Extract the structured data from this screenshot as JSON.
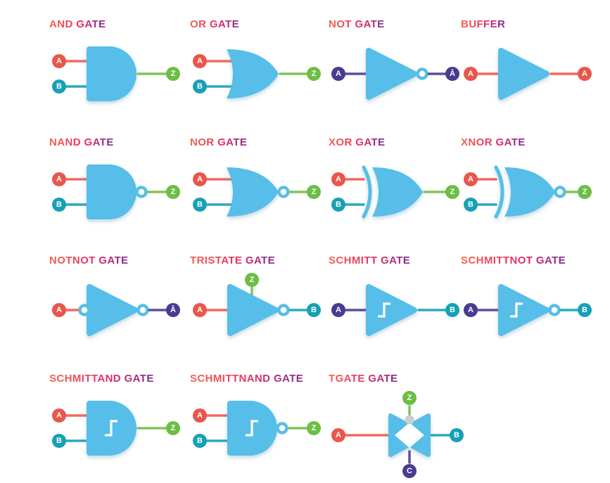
{
  "page": {
    "background": "#ffffff"
  },
  "colors": {
    "gate_fill": "#56BEE8",
    "bubble_fill": "#ffffff",
    "tgate_bubble_fill": "#C9CFD4",
    "title_gradient": {
      "from": "#F4644B",
      "mid": "#E82D67",
      "to": "#7B2A8E"
    },
    "terminals": {
      "red": {
        "circle": "#E8564C",
        "line": "#F1695E"
      },
      "teal": {
        "circle": "#17A0B5",
        "line": "#2BA9BD"
      },
      "green": {
        "circle": "#6CBE44",
        "line": "#7FC556"
      },
      "purple": {
        "circle": "#483B91",
        "line": "#5E4CA0"
      }
    }
  },
  "gates": [
    {
      "id": "and",
      "name": "AND GATE",
      "symbol": "and",
      "bubble": false,
      "schmitt": false,
      "inputs": [
        {
          "label": "A",
          "color": "red"
        },
        {
          "label": "B",
          "color": "teal"
        }
      ],
      "output": {
        "label": "Z",
        "color": "green"
      }
    },
    {
      "id": "or",
      "name": "OR GATE",
      "symbol": "or",
      "bubble": false,
      "schmitt": false,
      "inputs": [
        {
          "label": "A",
          "color": "red"
        },
        {
          "label": "B",
          "color": "teal"
        }
      ],
      "output": {
        "label": "Z",
        "color": "green"
      }
    },
    {
      "id": "not",
      "name": "NOT GATE",
      "symbol": "triangle",
      "bubble": true,
      "schmitt": false,
      "inputs": [
        {
          "label": "A",
          "color": "purple"
        }
      ],
      "output": {
        "label": "Ā",
        "color": "purple"
      }
    },
    {
      "id": "buffer",
      "name": "BUFFER",
      "symbol": "triangle",
      "bubble": false,
      "schmitt": false,
      "inputs": [
        {
          "label": "A",
          "color": "red"
        }
      ],
      "output": {
        "label": "A",
        "color": "red"
      }
    },
    {
      "id": "nand",
      "name": "NAND GATE",
      "symbol": "and",
      "bubble": true,
      "schmitt": false,
      "inputs": [
        {
          "label": "A",
          "color": "red"
        },
        {
          "label": "B",
          "color": "teal"
        }
      ],
      "output": {
        "label": "Z",
        "color": "green"
      }
    },
    {
      "id": "nor",
      "name": "NOR GATE",
      "symbol": "or",
      "bubble": true,
      "schmitt": false,
      "inputs": [
        {
          "label": "A",
          "color": "red"
        },
        {
          "label": "B",
          "color": "teal"
        }
      ],
      "output": {
        "label": "Z",
        "color": "green"
      }
    },
    {
      "id": "xor",
      "name": "XOR GATE",
      "symbol": "xor",
      "bubble": false,
      "schmitt": false,
      "inputs": [
        {
          "label": "A",
          "color": "red"
        },
        {
          "label": "B",
          "color": "teal"
        }
      ],
      "output": {
        "label": "Z",
        "color": "green"
      }
    },
    {
      "id": "xnor",
      "name": "XNOR GATE",
      "symbol": "xor",
      "bubble": true,
      "schmitt": false,
      "inputs": [
        {
          "label": "A",
          "color": "red"
        },
        {
          "label": "B",
          "color": "teal"
        }
      ],
      "output": {
        "label": "Z",
        "color": "green"
      }
    },
    {
      "id": "notnot",
      "name": "NOTNOT GATE",
      "symbol": "triangle",
      "bubble": true,
      "input_bubble": true,
      "schmitt": false,
      "inputs": [
        {
          "label": "A",
          "color": "red"
        }
      ],
      "output": {
        "label": "Ā",
        "color": "purple"
      }
    },
    {
      "id": "tristate",
      "name": "TRISTATE GATE",
      "symbol": "triangle",
      "bubble": true,
      "schmitt": false,
      "enable": {
        "label": "Z",
        "color": "green"
      },
      "inputs": [
        {
          "label": "A",
          "color": "red"
        }
      ],
      "output": {
        "label": "B",
        "color": "teal"
      }
    },
    {
      "id": "schmitt",
      "name": "SCHMITT GATE",
      "symbol": "triangle",
      "bubble": false,
      "schmitt": true,
      "inputs": [
        {
          "label": "A",
          "color": "purple"
        }
      ],
      "output": {
        "label": "B",
        "color": "teal"
      }
    },
    {
      "id": "schmittnot",
      "name": "SCHMITTNOT GATE",
      "symbol": "triangle",
      "bubble": true,
      "schmitt": true,
      "inputs": [
        {
          "label": "A",
          "color": "purple"
        }
      ],
      "output": {
        "label": "B",
        "color": "teal"
      }
    },
    {
      "id": "schmittand",
      "name": "SCHMITTAND GATE",
      "symbol": "and",
      "bubble": false,
      "schmitt": true,
      "inputs": [
        {
          "label": "A",
          "color": "red"
        },
        {
          "label": "B",
          "color": "teal"
        }
      ],
      "output": {
        "label": "Z",
        "color": "green"
      }
    },
    {
      "id": "schmittnand",
      "name": "SCHMITTNAND GATE",
      "symbol": "and",
      "bubble": true,
      "schmitt": true,
      "inputs": [
        {
          "label": "A",
          "color": "red"
        },
        {
          "label": "B",
          "color": "teal"
        }
      ],
      "output": {
        "label": "Z",
        "color": "green"
      }
    },
    {
      "id": "tgate",
      "name": "TGATE GATE",
      "symbol": "tgate",
      "terminals": {
        "left": {
          "label": "A",
          "color": "red"
        },
        "right": {
          "label": "B",
          "color": "teal"
        },
        "top": {
          "label": "Z",
          "color": "green"
        },
        "bottom": {
          "label": "C",
          "color": "purple"
        }
      }
    }
  ]
}
